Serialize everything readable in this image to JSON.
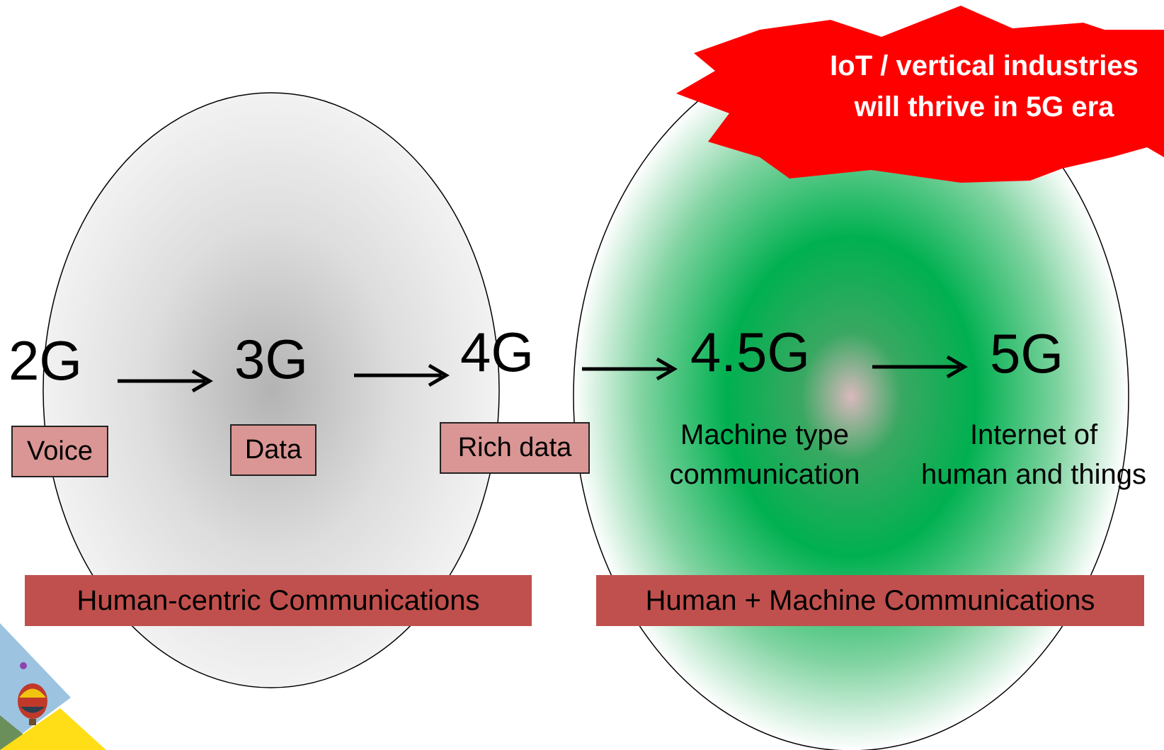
{
  "callout": {
    "text": "IoT / vertical industries\nwill thrive in 5G era",
    "color": "#ff0000"
  },
  "generations": [
    {
      "label": "2G"
    },
    {
      "label": "3G"
    },
    {
      "label": "4G"
    },
    {
      "label": "4.5G"
    },
    {
      "label": "5G"
    }
  ],
  "tags": [
    {
      "label": "Voice"
    },
    {
      "label": "Data"
    },
    {
      "label": "Rich data"
    }
  ],
  "descriptions": [
    {
      "label": "Machine type\ncommunication"
    },
    {
      "label": "Internet of\nhuman and things"
    }
  ],
  "bands": [
    {
      "label": "Human-centric Communications"
    },
    {
      "label": "Human + Machine Communications"
    }
  ],
  "colors": {
    "tag_fill": "#da9694",
    "band_fill": "#c0504d",
    "left_oval_center": "#b3b3b3",
    "right_oval_center": "#00b050"
  }
}
